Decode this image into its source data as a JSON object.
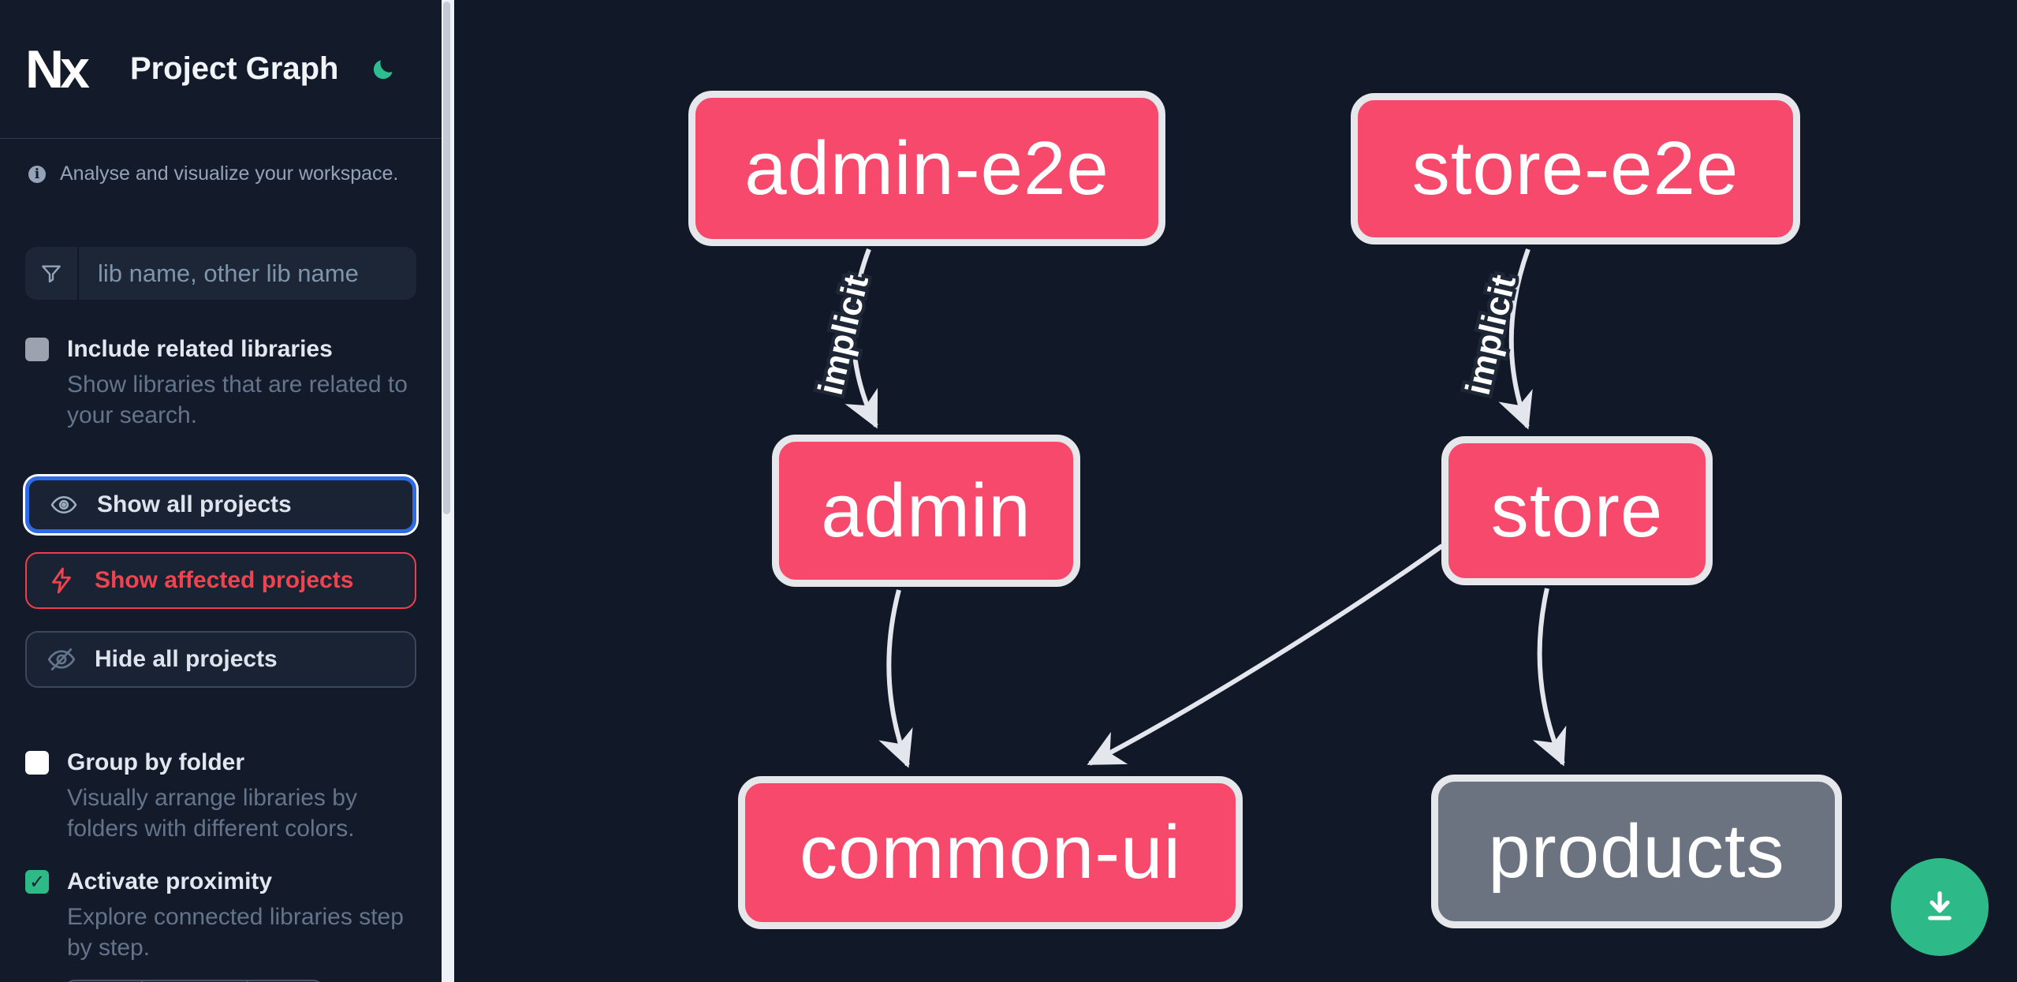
{
  "header": {
    "logo_text": "Nx",
    "app_title": "Project Graph",
    "theme_toggle_icon": "moon-icon"
  },
  "sidebar": {
    "tagline": "Analyse and visualize your workspace.",
    "info_icon": "info-icon",
    "search": {
      "icon": "filter-funnel-icon",
      "placeholder": "lib name, other lib name",
      "value": ""
    },
    "options": [
      {
        "id": "include-related",
        "label": "Include related libraries",
        "description": "Show libraries that are related to your search.",
        "checked": false,
        "disabled": true
      },
      {
        "id": "group-by-folder",
        "label": "Group by folder",
        "description": "Visually arrange libraries by folders with different colors.",
        "checked": false,
        "disabled": false
      },
      {
        "id": "activate-proximity",
        "label": "Activate proximity",
        "description": "Explore connected libraries step by step.",
        "checked": true,
        "disabled": false,
        "check_glyph": "✓"
      }
    ],
    "actions": [
      {
        "label": "Show all projects",
        "icon": "eye-icon",
        "state": "focused"
      },
      {
        "label": "Show affected projects",
        "icon": "lightning-bolt-icon",
        "state": "danger"
      },
      {
        "label": "Hide all projects",
        "icon": "eye-off-icon",
        "state": "default"
      }
    ]
  },
  "graph": {
    "nodes": [
      {
        "id": "admin-e2e",
        "label": "admin-e2e",
        "type": "affected"
      },
      {
        "id": "store-e2e",
        "label": "store-e2e",
        "type": "affected"
      },
      {
        "id": "admin",
        "label": "admin",
        "type": "affected"
      },
      {
        "id": "store",
        "label": "store",
        "type": "affected"
      },
      {
        "id": "common-ui",
        "label": "common-ui",
        "type": "affected"
      },
      {
        "id": "products",
        "label": "products",
        "type": "normal"
      }
    ],
    "edges": [
      {
        "from": "admin-e2e",
        "to": "admin",
        "label": "implicit"
      },
      {
        "from": "store-e2e",
        "to": "store",
        "label": "implicit"
      },
      {
        "from": "admin",
        "to": "common-ui",
        "label": ""
      },
      {
        "from": "store",
        "to": "common-ui",
        "label": ""
      },
      {
        "from": "store",
        "to": "products",
        "label": ""
      }
    ]
  },
  "floating": {
    "download_icon": "download-icon"
  },
  "colors": {
    "affected_node": "#f7496b",
    "normal_node": "#6b7280",
    "node_border": "#e5e7eb",
    "edge": "#e3e7ed",
    "accent_green": "#2eb988",
    "focus_blue": "#2e6be4",
    "danger_red": "#ee3e4c",
    "sidebar_bg": "#131b2b",
    "canvas_bg": "#111827"
  }
}
